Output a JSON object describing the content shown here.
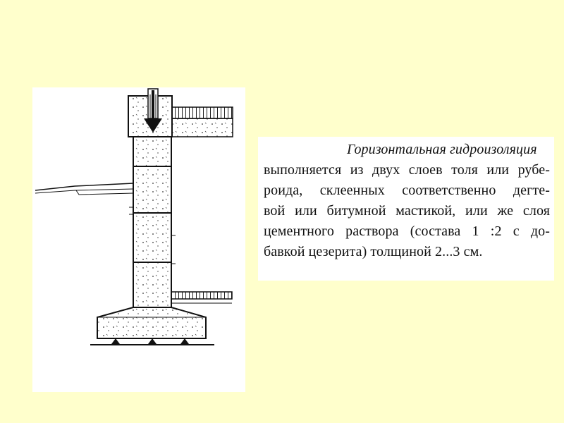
{
  "slide": {
    "background_color": "#FFFFCC"
  },
  "diagram": {
    "elements": [
      "foundation-wall",
      "concrete-footing",
      "floor-slab",
      "load-arrow",
      "ground-surface",
      "basement-floor",
      "waterproofing-layers",
      "footing-supports"
    ]
  },
  "text": {
    "heading": "Горизонтальная гидроизоляция",
    "lines": [
      "выполняется из двух слоев толя или рубе-",
      "роида, склеенных соответственно дегте-",
      "вой или битумной мастикой, или же слоя",
      "цементного раствора (состава 1 :2 с до-",
      "бавкой цезерита) толщиной 2...3 см."
    ]
  }
}
